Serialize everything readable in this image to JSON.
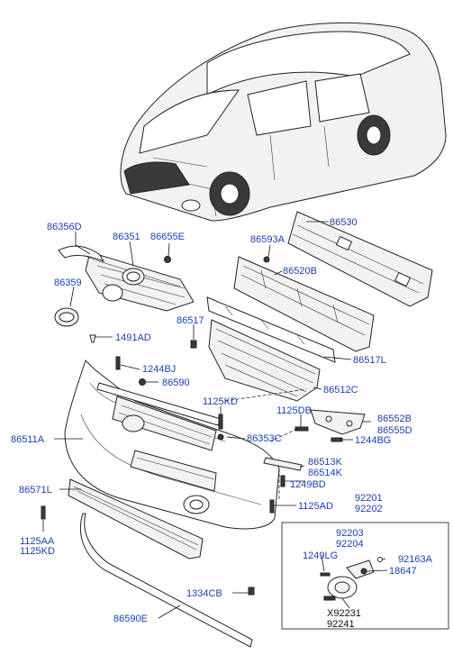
{
  "labels": {
    "l86356D": "86356D",
    "l86351": "86351",
    "l86655E": "86655E",
    "l86359": "86359",
    "l86593A": "86593A",
    "l86530": "86530",
    "l86520B": "86520B",
    "l86517": "86517",
    "l1491AD": "1491AD",
    "l1244BJ": "1244BJ",
    "l86590": "86590",
    "l86517L": "86517L",
    "l86512C": "86512C",
    "l1125KD_a": "1125KD",
    "l1125DB": "1125DB",
    "l86552B": "86552B",
    "l86555D": "86555D",
    "l86511A": "86511A",
    "l86353C": "86353C",
    "l1244BG": "1244BG",
    "l86513K": "86513K",
    "l86514K": "86514K",
    "l1249BD": "1249BD",
    "l86571L": "86571L",
    "l1125AD": "1125AD",
    "l92201": "92201",
    "l92202": "92202",
    "l92203": "92203",
    "l92204": "92204",
    "l1249LG": "1249LG",
    "l92163A": "92163A",
    "l18647": "18647",
    "l1125AA": "1125AA",
    "l1125KD_b": "1125KD",
    "l1334CB": "1334CB",
    "l86590E": "86590E",
    "lX92231": "X92231",
    "l92241": "92241"
  }
}
